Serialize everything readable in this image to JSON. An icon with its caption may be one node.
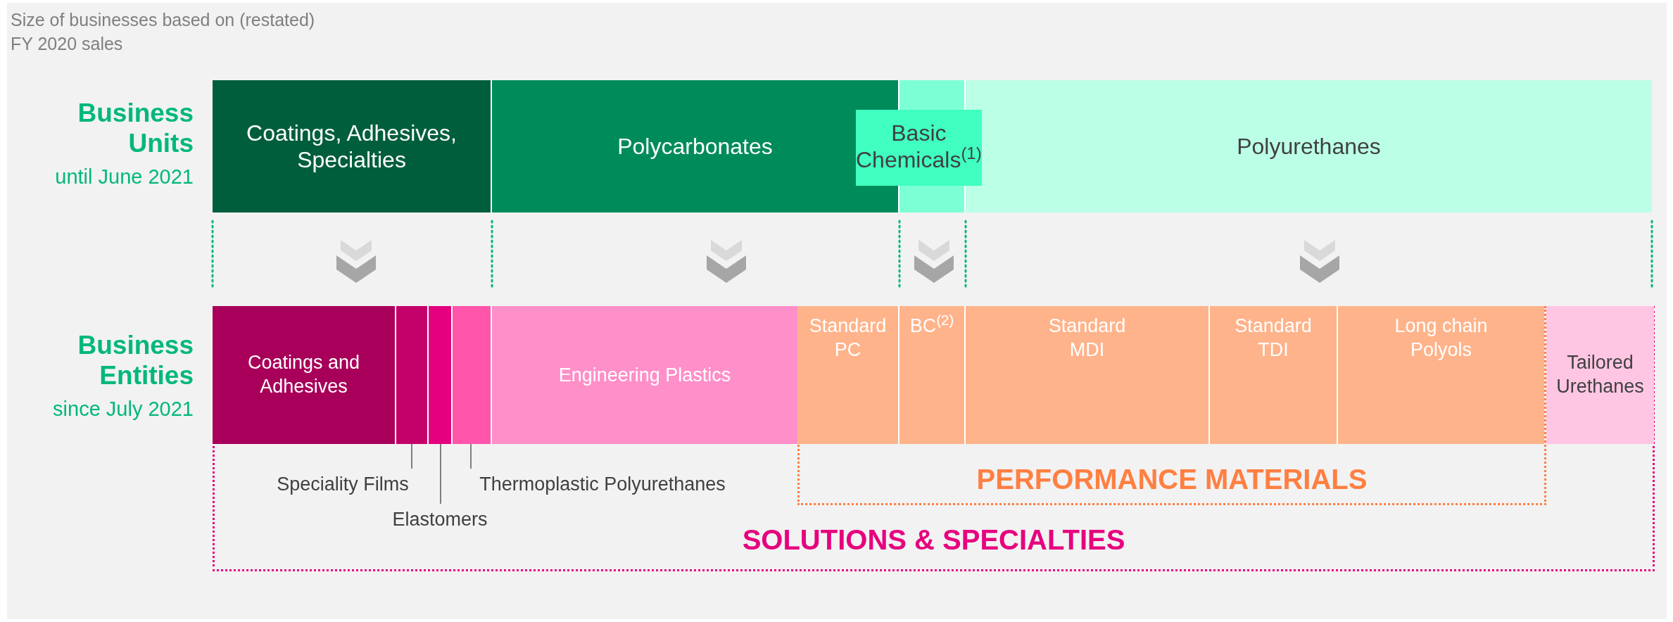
{
  "diagram": {
    "nodes": [
      {
        "text": [
          "Coatings, Adhesives, Specialties"
        ]
      },
      {
        "text": [
          "Polycarbonates"
        ]
      },
      {
        "text": [
          "Basic Chemicals$^{(1)}$"
        ]
      },
      {
        "text": [
          "Polyurethanes"
        ]
      },
      {
        "text": [
          "SOLUTIONS & SPECIALTIES"
        ]
      },
      {
        "text": [
          "Coatings and Adhesives"
        ],
        "in": 4
      },
      {
        "text": [],
        "shape": "bar",
        "in": 4
      },
      {
        "text": [],
        "shape": "bar",
        "in": 4
      },
      {
        "text": [],
        "shape": "bar",
        "in": 4
      },
      {
        "text": [
          "Engineering Plastics"
        ],
        "in": 4
      },
      {
        "text": [
          "PERFORMANCE MATERIALS"
        ],
        "in": 4
      },
      {
        "text": [
          "Standard PC"
        ],
        "in": 10
      },
      {
        "text": [
          "BC$^{(2)}$"
        ],
        "in": 10
      },
      {
        "text": [
          "Standard MDI"
        ],
        "in": 10
      },
      {
        "text": [
          "Standard TDI"
        ],
        "in": 10
      },
      {
        "text": [
          "Long chain Polyols"
        ],
        "in": 10
      },
      {
        "text": [
          "Tailored Urethanes"
        ],
        "in": 4
      },
      {
        "text": [
          "Speciality Films"
        ],
        "in": 4
      },
      {
        "text": [
          "Elastomers"
        ],
        "in": 4
      },
      {
        "text": [
          "Thermoplastic Polyurethanes"
        ],
        "in": 4
      }
    ],
    "edges": [
      {
        "from": 17,
        "to": 6,
        "arrow": "none"
      },
      {
        "from": 18,
        "to": 7,
        "arrow": "none"
      },
      {
        "from": 19,
        "to": 8,
        "arrow": "none"
      }
    ],
    "labels": [
      "Size of businesses based on (restated) FY 2020 sales",
      "Business Units",
      "until June 2021",
      "Business Entities",
      "since July 2021"
    ]
  }
}
